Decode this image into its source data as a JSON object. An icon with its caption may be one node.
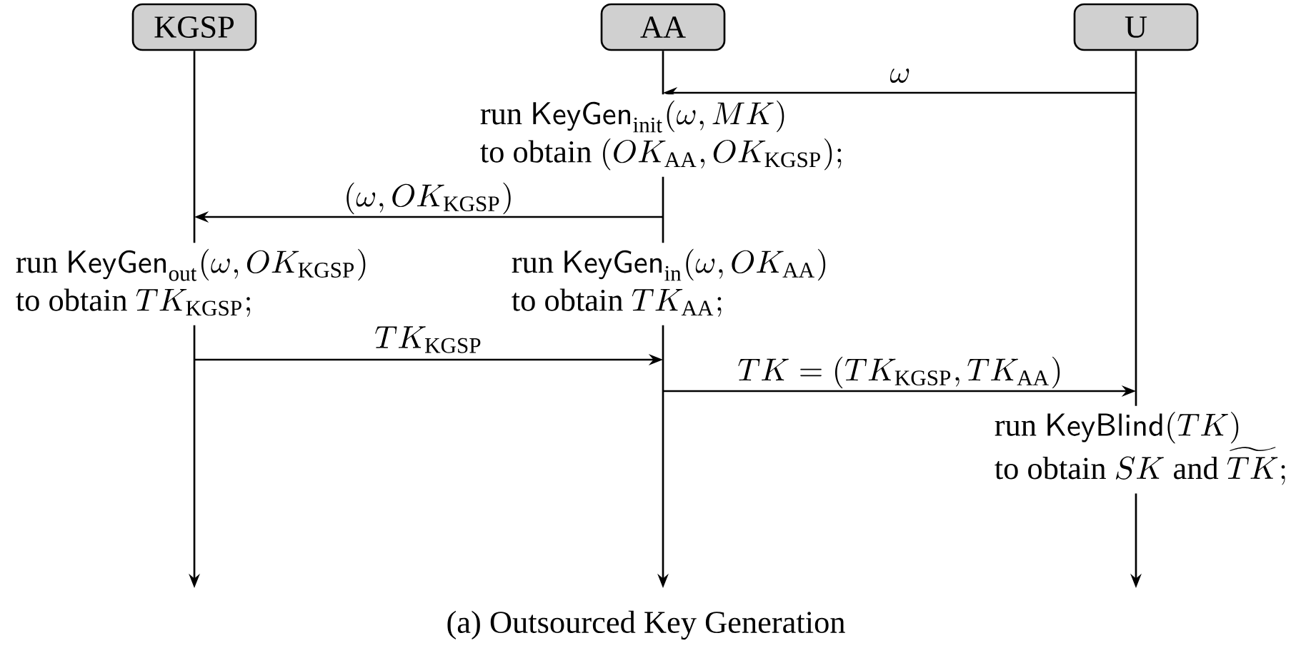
{
  "diagram": {
    "caption": "(a) Outsourced Key Generation",
    "nodes": [
      {
        "text": [
          "KGSP"
        ]
      },
      {
        "text": [
          "AA"
        ]
      },
      {
        "text": [
          "U"
        ]
      }
    ],
    "edges": [
      {
        "from": 2,
        "to": 1,
        "arrow": "to",
        "label": "\\omega"
      },
      {
        "from": 1,
        "to": 0,
        "arrow": "to",
        "label": "(\\omega, OK_{\\mathrm{KGSP}})"
      },
      {
        "from": 0,
        "to": 1,
        "arrow": "to",
        "label": "TK_{\\mathrm{KGSP}}"
      },
      {
        "from": 1,
        "to": 2,
        "arrow": "to",
        "label": "TK = (TK_{\\mathrm{KGSP}}, TK_{\\mathrm{AA}})"
      }
    ],
    "labels": [
      "\\begin{array}{@{}l@{}}\\text{run }\\mathsf{KeyGen}_{\\mathrm{init}}(\\omega, MK)\\\\ \\text{to obtain }(OK_{\\mathrm{AA}}, OK_{\\mathrm{KGSP}});\\end{array}",
      "\\begin{array}{@{}l@{}}\\text{run }\\mathsf{KeyGen}_{\\mathrm{out}}(\\omega, OK_{\\mathrm{KGSP}})\\\\ \\text{to obtain }TK_{\\mathrm{KGSP}};\\end{array}",
      "\\begin{array}{@{}l@{}}\\text{run }\\mathsf{KeyGen}_{\\mathrm{in}}(\\omega, OK_{\\mathrm{AA}})\\\\ \\text{to obtain }TK_{\\mathrm{AA}};\\end{array}",
      "\\begin{array}{@{}l@{}}\\text{run }\\mathsf{KeyBlind}(TK)\\\\ \\text{to obtain }SK\\text{ and }\\widetilde{TK};\\end{array}"
    ]
  }
}
